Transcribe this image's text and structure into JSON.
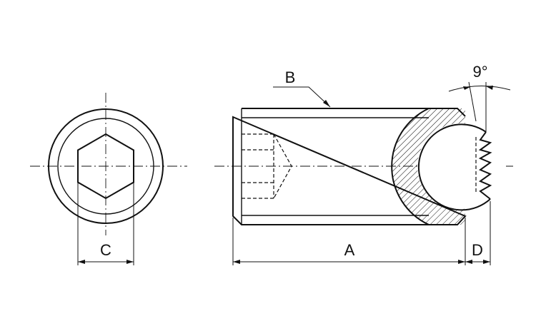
{
  "labels": {
    "A": "A",
    "B": "B",
    "C": "C",
    "D": "D",
    "angle": "9°"
  },
  "colors": {
    "line": "#111111",
    "background": "#ffffff"
  }
}
